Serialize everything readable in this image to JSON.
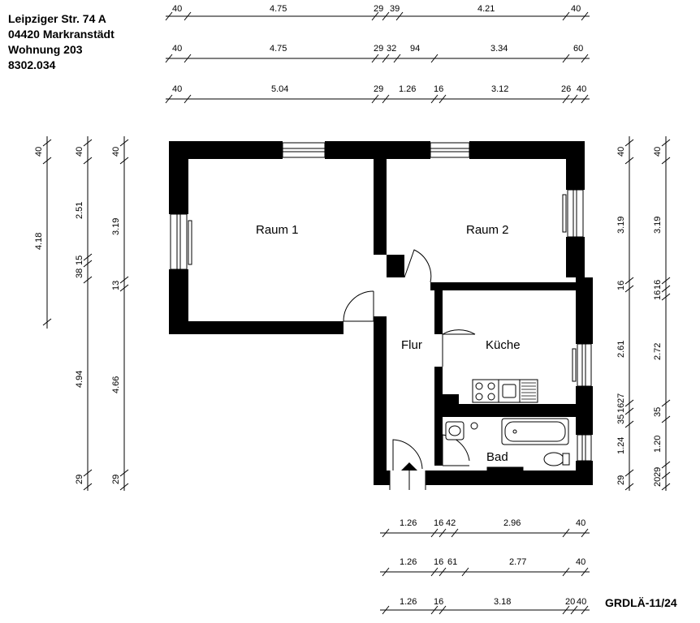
{
  "address": {
    "street": "Leipziger Str. 74 A",
    "city": "04420 Markranstädt",
    "unit": "Wohnung 203",
    "ref": "8302.034"
  },
  "plan_code": "GRDLÄ-11/24",
  "rooms": {
    "raum1": "Raum 1",
    "raum2": "Raum 2",
    "flur": "Flur",
    "kueche": "Küche",
    "bad": "Bad"
  },
  "dimensions": {
    "top": [
      [
        "40",
        "4.75",
        "29",
        "39",
        "4.21",
        "40"
      ],
      [
        "40",
        "4.75",
        "29",
        "32",
        "94",
        "3.34",
        "60"
      ],
      [
        "40",
        "5.04",
        "29",
        "1.26",
        "16",
        "3.12",
        "26",
        "40"
      ]
    ],
    "bottom": [
      [
        "1.26",
        "16",
        "42",
        "2.96",
        "40"
      ],
      [
        "1.26",
        "16",
        "61",
        "2.77",
        "40"
      ],
      [
        "1.26",
        "16",
        "3.18",
        "20",
        "40"
      ]
    ],
    "left": [
      [
        "40",
        "4.18"
      ],
      [
        "40",
        "2.51",
        "15",
        "38",
        "4.94",
        "29"
      ],
      [
        "40",
        "3.19",
        "13",
        "4.66",
        "29"
      ]
    ],
    "right": [
      [
        "40",
        "3.19",
        "16",
        "2.61",
        "16",
        "35",
        "27",
        "1.24",
        "29"
      ],
      [
        "40",
        "3.19",
        "16",
        "16",
        "2.72",
        "35",
        "1.20",
        "29",
        "20"
      ]
    ]
  }
}
